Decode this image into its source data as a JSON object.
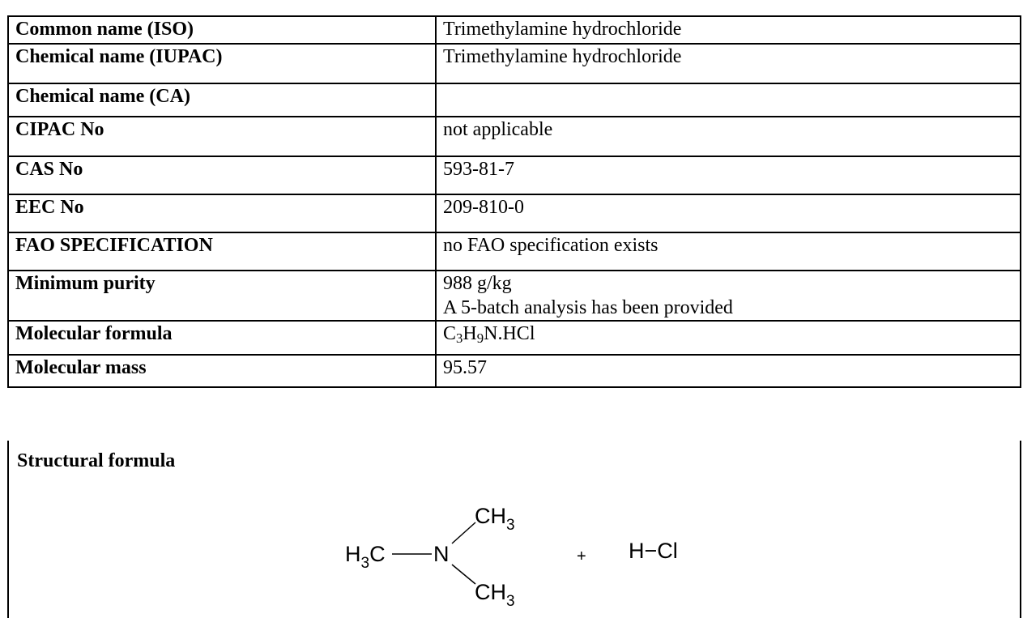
{
  "rows": [
    {
      "label": "Common name (ISO)",
      "value": "Trimethylamine hydrochloride"
    },
    {
      "label": "Chemical name (IUPAC)",
      "value": "Trimethylamine hydrochloride"
    },
    {
      "label": "Chemical name (CA)",
      "value": ""
    },
    {
      "label": "CIPAC No",
      "value": "not applicable"
    },
    {
      "label": "CAS No",
      "value": "593-81-7"
    },
    {
      "label": "EEC No",
      "value": "209-810-0"
    },
    {
      "label": "FAO SPECIFICATION",
      "value": "no FAO specification exists"
    },
    {
      "label": "Minimum purity",
      "value": "988 g/kg",
      "value2": "A 5-batch analysis has been provided"
    },
    {
      "label": "Molecular formula",
      "formula": {
        "c": "C",
        "c_n": "3",
        "h": "H",
        "h_n": "9",
        "rest": "N.HCl"
      }
    },
    {
      "label": "Molecular mass",
      "value": "95.57"
    }
  ],
  "structural": {
    "title": "Structural formula",
    "h3c_left": "H",
    "h3c_sub": "3",
    "h3c_right": "C",
    "n": "N",
    "ch3_top": "CH",
    "ch3_top_sub": "3",
    "ch3_bottom": "CH",
    "ch3_bottom_sub": "3",
    "plus": "+",
    "hcl": "H−Cl"
  }
}
